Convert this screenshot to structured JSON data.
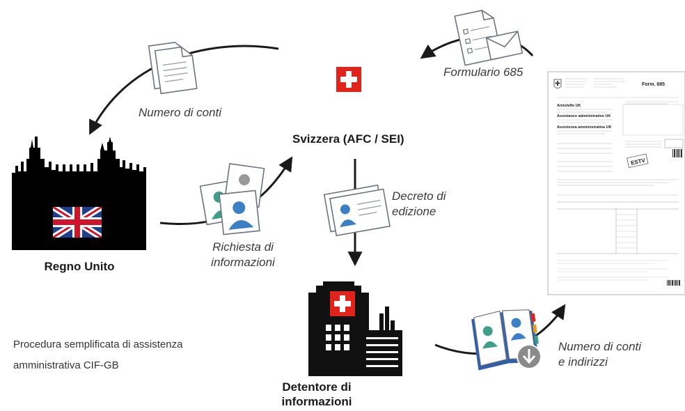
{
  "nodes": {
    "switzerland": "Svizzera (AFC / SEI)",
    "uk": "Regno Unito",
    "holder_line1": "Detentore di",
    "holder_line2": "informazioni"
  },
  "flows": {
    "account_numbers": "Numero di conti",
    "form_685": "Formulario 685",
    "decree_line1": "Decreto di",
    "decree_line2": "edizione",
    "request_line1": "Richiesta di",
    "request_line2": "informazioni",
    "accounts_addresses_line1": "Numero di conti",
    "accounts_addresses_line2": "e indirizzi"
  },
  "caption": {
    "line1": "Procedura semplificata di assistenza",
    "line2": "amministrativa CIF-GB"
  },
  "form_document": {
    "form_title": "Form. 685",
    "heading_de": "Amtshilfe UK",
    "heading_fr": "Assistance administrative UK",
    "heading_it": "Assistenza amministrativa UK",
    "stamp": "ESTV"
  },
  "colors": {
    "swiss_red": "#e2231a",
    "uk_blue": "#1f3e8c",
    "uk_red": "#cf142b",
    "person_teal": "#3f9e8a",
    "person_blue": "#3b7fc4",
    "person_grey": "#9a9a9a",
    "doc_outline": "#6b7280",
    "arrow": "#1a1a1a"
  }
}
